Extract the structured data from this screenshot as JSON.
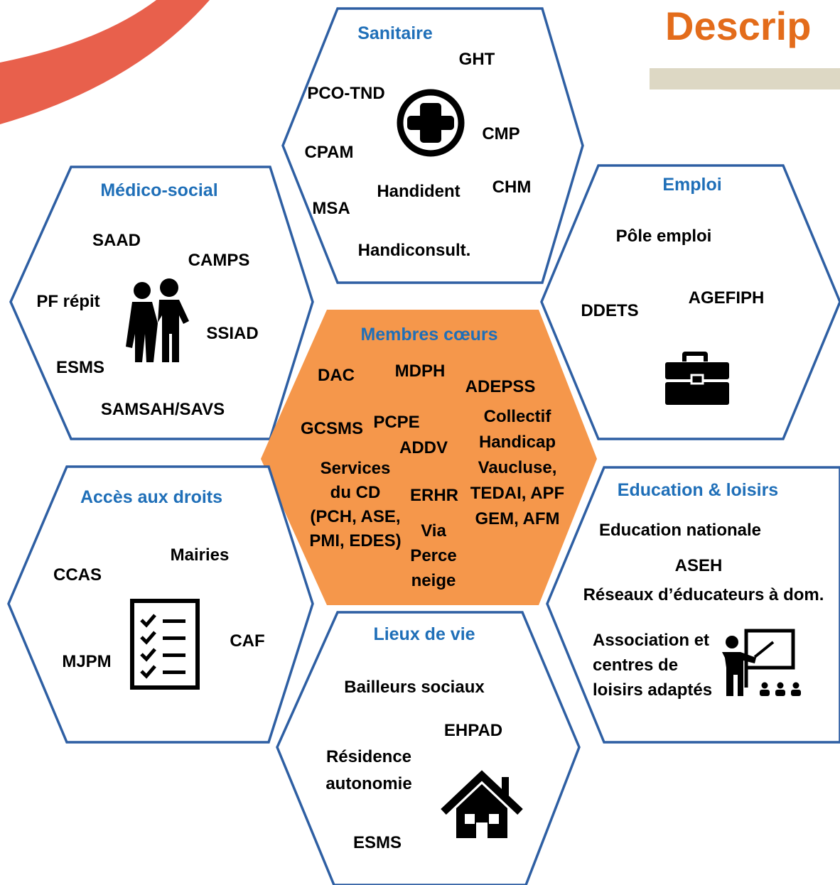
{
  "page_title": "Descrip",
  "colors": {
    "hex_border": "#2e5fa3",
    "center_fill": "#f5974b",
    "title_blue": "#1f6fb8",
    "title_orange": "#e36c1b",
    "arc": "#e8604c",
    "title_bar": "#ddd8c4"
  },
  "hexagons": {
    "sanitaire": {
      "title": "Sanitaire",
      "icon": "medical-cross-icon",
      "items": [
        "GHT",
        "PCO-TND",
        "CMP",
        "CPAM",
        "CHM",
        "Handident",
        "MSA",
        "Handiconsult."
      ]
    },
    "medico_social": {
      "title": "Médico-social",
      "icon": "people-icon",
      "items": [
        "SAAD",
        "CAMPS",
        "PF répit",
        "SSIAD",
        "ESMS",
        "SAMSAH/SAVS"
      ]
    },
    "emploi": {
      "title": "Emploi",
      "icon": "briefcase-icon",
      "items": [
        "Pôle emploi",
        "AGEFIPH",
        "DDETS"
      ]
    },
    "membres_coeurs": {
      "title": "Membres cœurs",
      "items": {
        "dac": "DAC",
        "mdph": "MDPH",
        "adepss": "ADEPSS",
        "gcsms": "GCSMS",
        "pcpe": "PCPE",
        "addv": "ADDV",
        "collectif": [
          "Collectif",
          "Handicap",
          "Vaucluse,",
          "TEDAI, APF",
          "GEM, AFM"
        ],
        "services_cd": [
          "Services",
          "du CD",
          "(PCH, ASE,",
          "PMI, EDES)"
        ],
        "erhr": "ERHR",
        "via": [
          "Via",
          "Perce",
          "neige"
        ]
      }
    },
    "acces_droits": {
      "title": "Accès aux droits",
      "icon": "checklist-icon",
      "items": [
        "Mairies",
        "CCAS",
        "CAF",
        "MJPM"
      ]
    },
    "education": {
      "title": "Education & loisirs",
      "icon": "teacher-icon",
      "items": [
        "Education nationale",
        "ASEH",
        "Réseaux d’éducateurs à dom."
      ],
      "association": [
        "Association et",
        "centres de",
        "loisirs adaptés"
      ]
    },
    "lieux_vie": {
      "title": "Lieux de vie",
      "icon": "house-icon",
      "items": [
        "Bailleurs sociaux",
        "EHPAD",
        "ESMS"
      ],
      "residence": [
        "Résidence",
        "autonomie"
      ]
    }
  }
}
